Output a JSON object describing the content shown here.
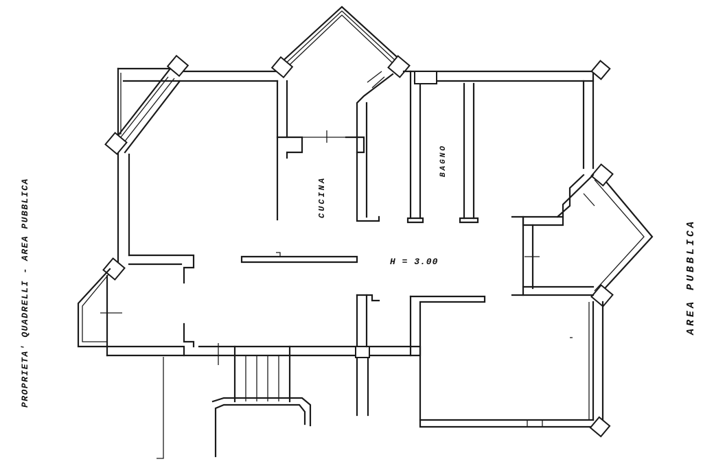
{
  "plan": {
    "rooms": {
      "kitchen": "CUCINA",
      "bathroom": "BAGNO"
    },
    "ceiling_height": "H = 3.00",
    "left_margin_label": "PROPRIETA' QUADRELLI   -  AREA PUBBLICA",
    "right_margin_label": "AREA PUBBLICA"
  }
}
